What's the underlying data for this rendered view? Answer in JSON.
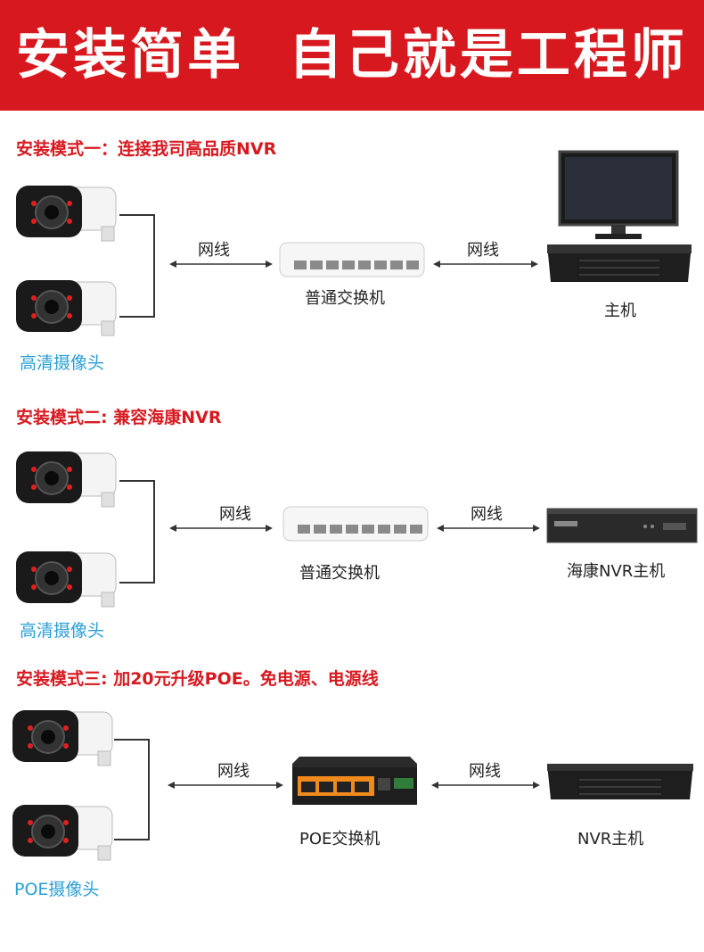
{
  "banner": {
    "title": "安装简单  自己就是工程师"
  },
  "sections": [
    {
      "title": "安装模式一：连接我司高品质NVR",
      "cable_left": "网线",
      "cable_right": "网线",
      "switch_label": "普通交换机",
      "host_label": "主机",
      "camera_label": "高清摄像头"
    },
    {
      "title": "安装模式二: 兼容海康NVR",
      "cable_left": "网线",
      "cable_right": "网线",
      "switch_label": "普通交换机",
      "host_label": "海康NVR主机",
      "camera_label": "高清摄像头"
    },
    {
      "title": "安装模式三: 加20元升级POE。免电源、电源线",
      "cable_left": "网线",
      "cable_right": "网线",
      "switch_label": "POE交换机",
      "host_label": "NVR主机",
      "camera_label": "POE摄像头"
    }
  ],
  "colors": {
    "banner": "#d7191f",
    "section_title": "#d7191f",
    "camera_label": "#2a9fd6",
    "poe_switch_port": "#f08a1c"
  }
}
